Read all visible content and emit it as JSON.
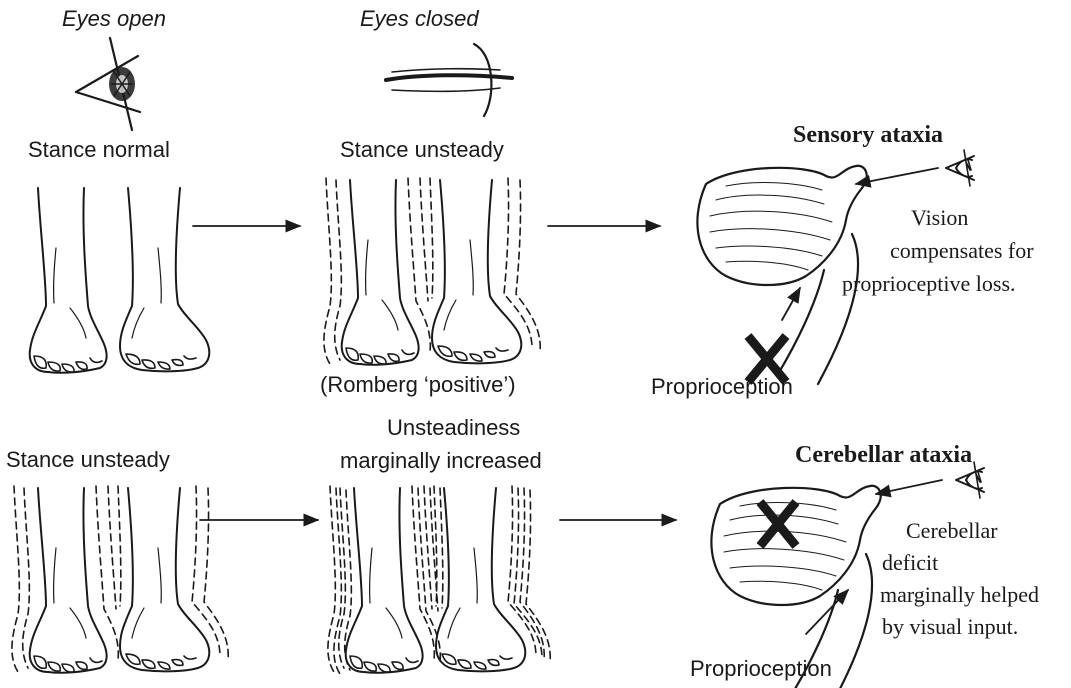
{
  "columns": {
    "eyes_open": "Eyes open",
    "eyes_closed": "Eyes closed"
  },
  "row_sensory": {
    "open_caption": "Stance normal",
    "closed_caption": "Stance unsteady",
    "romberg_note": "(Romberg ‘positive’)",
    "title": "Sensory ataxia",
    "explanation": [
      "Vision",
      "compensates for",
      "proprioceptive loss."
    ],
    "input_label": "Proprioception"
  },
  "row_cerebellar": {
    "open_caption": "Stance unsteady",
    "closed_caption": [
      "Unsteadiness",
      "marginally increased"
    ],
    "title": "Cerebellar ataxia",
    "explanation": [
      "Cerebellar",
      "deficit",
      "marginally helped",
      "by visual input."
    ],
    "input_label": "Proprioception"
  },
  "icons": [
    "eye-open-icon",
    "eye-closed-icon",
    "small-eye-icon",
    "cross-mark-icon",
    "flow-arrow-icon"
  ]
}
